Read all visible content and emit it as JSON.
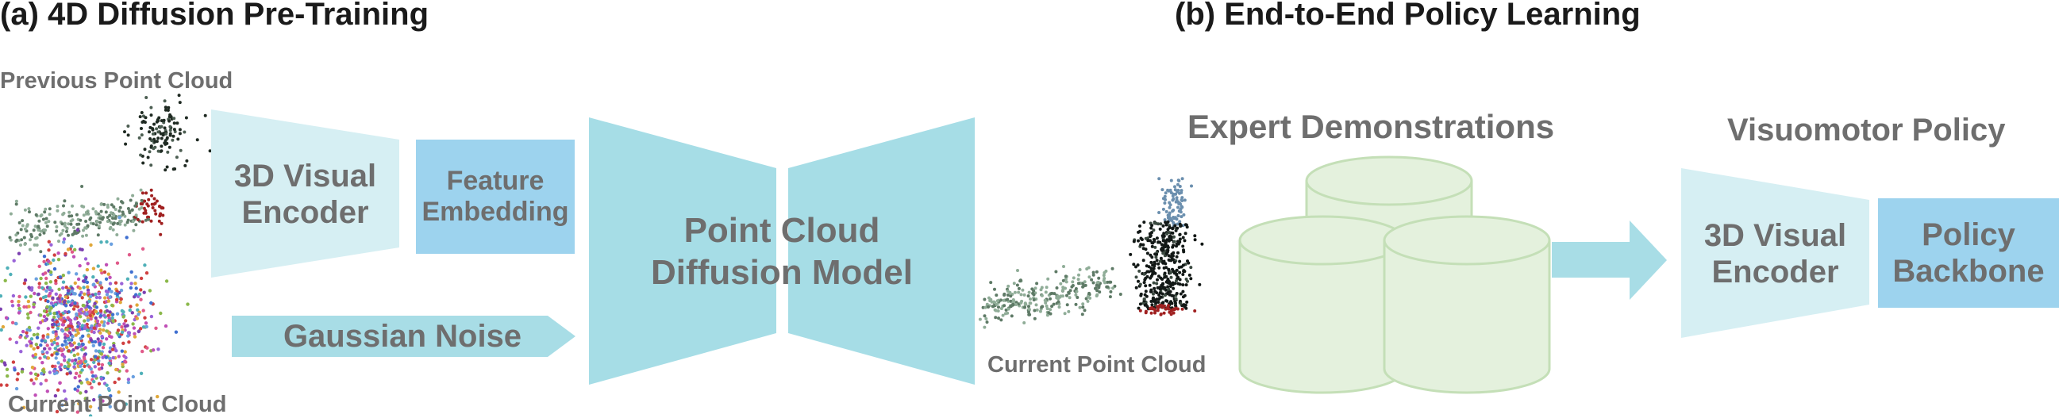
{
  "panel_a": {
    "title": "(a) 4D Diffusion Pre-Training",
    "previous_point_cloud": "Previous Point Cloud",
    "current_point_cloud": "Current Point Cloud",
    "encoder": {
      "line1": "3D Visual",
      "line2": "Encoder"
    },
    "feature_embedding": {
      "line1": "Feature",
      "line2": "Embedding"
    },
    "gaussian_noise": "Gaussian Noise",
    "diffusion_model": {
      "line1": "Point Cloud",
      "line2": "Diffusion Model"
    },
    "output_point_cloud": "Current Point Cloud"
  },
  "panel_b": {
    "title": "(b) End-to-End Policy Learning",
    "expert_demonstrations": "Expert Demonstrations",
    "visuomotor_policy": "Visuomotor Policy",
    "encoder": {
      "line1": "3D Visual",
      "line2": "Encoder"
    },
    "policy_backbone": {
      "line1": "Policy",
      "line2": "Backbone"
    }
  },
  "colors": {
    "encoder_fill": "#d6eff3",
    "embedding_fill": "#9dd3ee",
    "diffusion_fill": "#a6dde6",
    "arrow_fill": "#a8dde6",
    "cylinder_fill": "#e4f1dd",
    "cylinder_stroke": "#c4dfb7",
    "label_gray": "#6e6e6e"
  }
}
